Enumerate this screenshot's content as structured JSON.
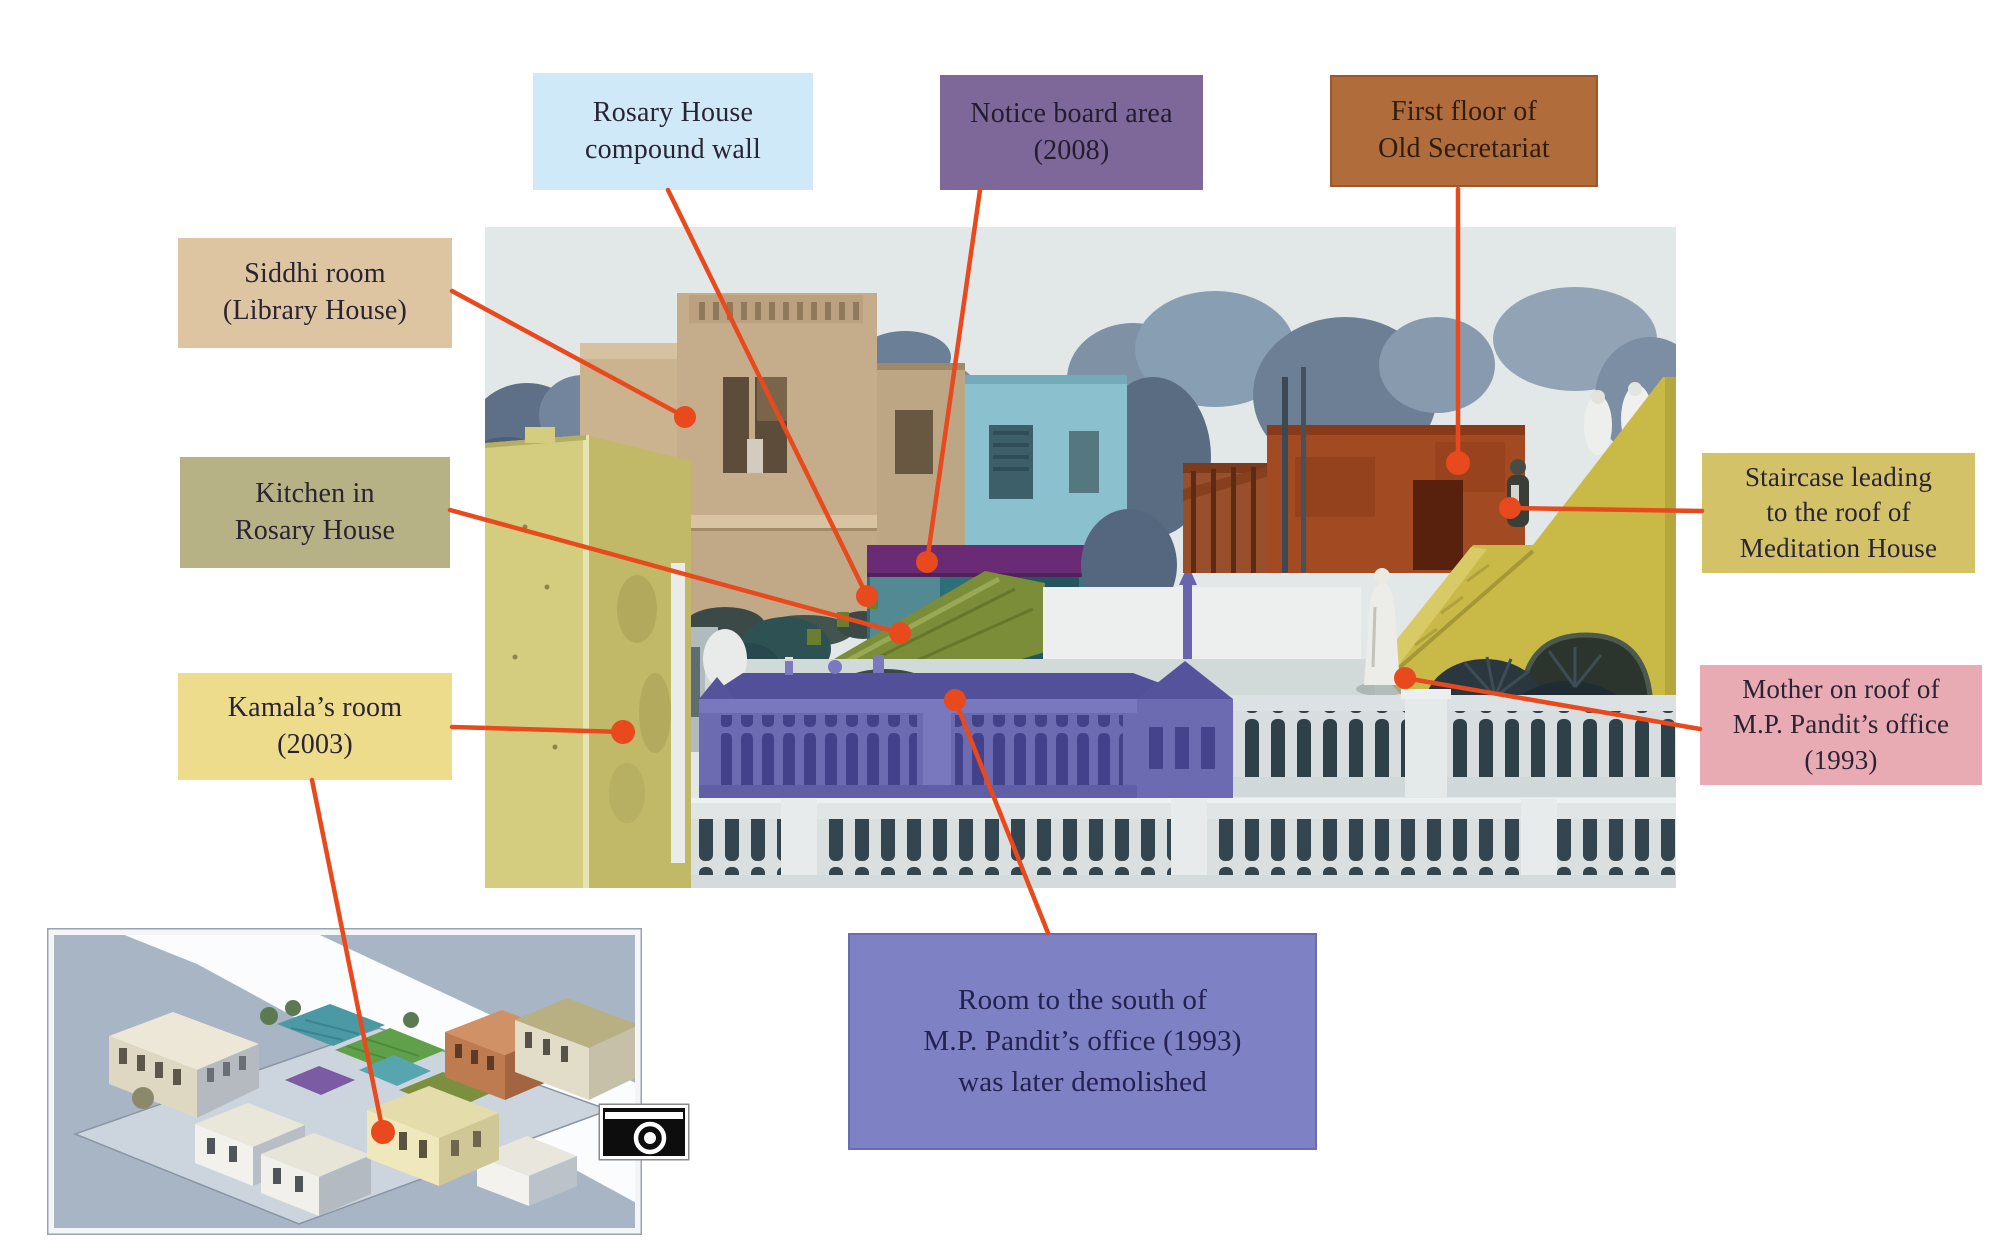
{
  "page": {
    "background": "#ffffff"
  },
  "annotation": {
    "line_color": "#e8491d",
    "dot_color": "#e8491d"
  },
  "labels": {
    "compound_wall": {
      "lines": [
        "Rosary House",
        "compound wall"
      ],
      "bg": "#cfe9f8"
    },
    "notice_board": {
      "lines": [
        "Notice board area",
        "(2008)"
      ],
      "bg": "#7d6899"
    },
    "old_secretariat": {
      "lines": [
        "First floor of",
        "Old Secretariat"
      ],
      "bg": "#b16c3c"
    },
    "siddhi_room": {
      "lines": [
        "Siddhi room",
        "(Library House)"
      ],
      "bg": "#dcc5a0"
    },
    "kitchen": {
      "lines": [
        "Kitchen in",
        "Rosary House"
      ],
      "bg": "#b6b285"
    },
    "kamala_room": {
      "lines": [
        "Kamala’s room",
        "(2003)"
      ],
      "bg": "#eedc8d"
    },
    "staircase": {
      "lines": [
        "Staircase leading",
        "to the roof of",
        "Meditation House"
      ],
      "bg": "#d3c267"
    },
    "mother_roof": {
      "lines": [
        "Mother on roof of",
        "M.P. Pandit’s office",
        "(1993)"
      ],
      "bg": "#e8aab3"
    },
    "room_south": {
      "lines": [
        "Room to the south of",
        "M.P. Pandit’s office (1993)",
        "was later demolished"
      ],
      "bg": "#7e81c4"
    }
  },
  "photo": {
    "type": "annotated-photograph",
    "highlight_colors": {
      "kamala_room": "#d6cd7a",
      "siddhi_library_house": "#cbb18e",
      "compound_wall": "#2e6f7a",
      "notice_board": "#6c2a76",
      "kitchen_roof": "#7d8f37",
      "room_south_roof": "#6e6bb3",
      "old_secretariat": "#a64a21",
      "meditation_staircase": "#cebd48"
    }
  },
  "inset": {
    "camera_icon": "camera"
  }
}
